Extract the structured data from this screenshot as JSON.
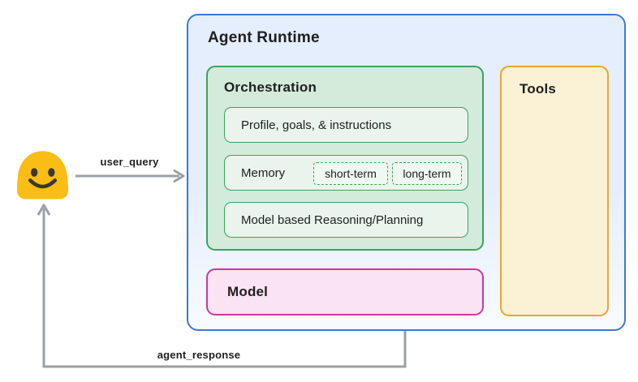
{
  "flow": {
    "user_icon": "smiling-face-blob",
    "user_query_label": "user_query",
    "agent_response_label": "agent_response"
  },
  "agent_runtime": {
    "title": "Agent Runtime",
    "orchestration": {
      "title": "Orchestration",
      "profile_box": "Profile, goals, & instructions",
      "memory": {
        "label": "Memory",
        "chips": [
          "short-term",
          "long-term"
        ]
      },
      "reasoning_box": "Model based Reasoning/Planning"
    },
    "model": {
      "title": "Model"
    },
    "tools": {
      "title": "Tools"
    }
  },
  "colors": {
    "text": "#1f1f1f",
    "arrow": "#9aa0a6",
    "runtime_border": "#3c78d9",
    "runtime_fill_top": "#e4eefc",
    "runtime_fill_bottom": "#f8fbfe",
    "green_border": "#3da35d",
    "green_fill": "#d4eadb",
    "green_fill_light": "#e9f4ec",
    "chip_fill": "#eff8f1",
    "pink_border": "#c93a9d",
    "pink_fill": "#fae3f3",
    "yellow_border": "#eca62e",
    "yellow_fill": "#fbf2d5",
    "emoji_yellow": "#f9bd15",
    "emoji_features": "#3a3734"
  }
}
